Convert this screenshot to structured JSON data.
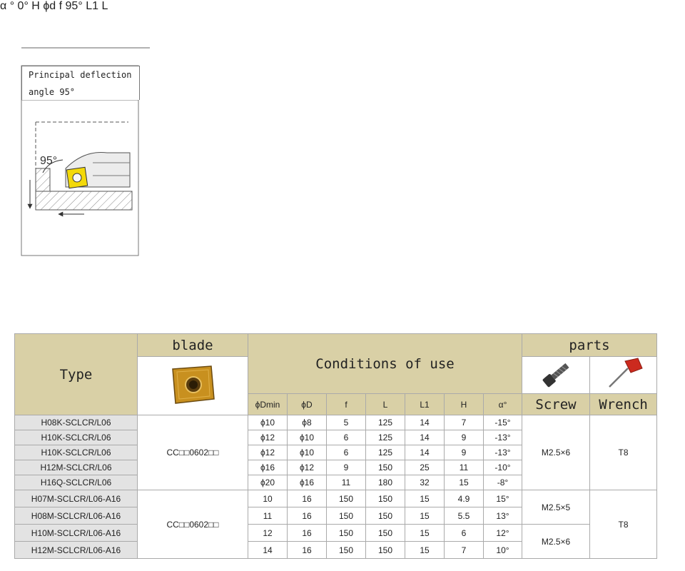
{
  "drawing": {
    "caption_line1": "Principal deflection",
    "caption_line2": "angle 95°",
    "angle_0": "0°",
    "angle_95_small": "95°",
    "angle_95": "95°",
    "alpha": "α °",
    "dim_H": "H",
    "dim_phid": "ϕd",
    "dim_f": "f",
    "dim_L1": "L1",
    "dim_L": "L"
  },
  "table": {
    "type_header": "Type",
    "blade_header": "blade",
    "conditions_header": "Conditions of use",
    "parts_header": "parts",
    "screw_header": "Screw",
    "wrench_header": "Wrench",
    "columns": [
      "ϕDmin",
      "ϕD",
      "f",
      "L",
      "L1",
      "H",
      "α°"
    ],
    "group1": {
      "blade": "CC□□0602□□",
      "screw": "M2.5×6",
      "wrench": "T8",
      "rows": [
        [
          "H08K-SCLCR/L06",
          "ϕ10",
          "ϕ8",
          "5",
          "125",
          "14",
          "7",
          "-15°"
        ],
        [
          "H10K-SCLCR/L06",
          "ϕ12",
          "ϕ10",
          "6",
          "125",
          "14",
          "9",
          "-13°"
        ],
        [
          "H10K-SCLCR/L06",
          "ϕ12",
          "ϕ10",
          "6",
          "125",
          "14",
          "9",
          "-13°"
        ],
        [
          "H12M-SCLCR/L06",
          "ϕ16",
          "ϕ12",
          "9",
          "150",
          "25",
          "11",
          "-10°"
        ],
        [
          "H16Q-SCLCR/L06",
          "ϕ20",
          "ϕ16",
          "11",
          "180",
          "32",
          "15",
          "-8°"
        ]
      ]
    },
    "group2": {
      "blade": "CC□□0602□□",
      "screw_a": "M2.5×5",
      "screw_b": "M2.5×6",
      "wrench": "T8",
      "rows": [
        [
          "H07M-SCLCR/L06-A16",
          "10",
          "16",
          "150",
          "150",
          "15",
          "4.9",
          "15°"
        ],
        [
          "H08M-SCLCR/L06-A16",
          "11",
          "16",
          "150",
          "150",
          "15",
          "5.5",
          "13°"
        ],
        [
          "H10M-SCLCR/L06-A16",
          "12",
          "16",
          "150",
          "150",
          "15",
          "6",
          "12°"
        ],
        [
          "H12M-SCLCR/L06-A16",
          "14",
          "16",
          "150",
          "150",
          "15",
          "7",
          "10°"
        ]
      ]
    },
    "colors": {
      "header_bg": "#d9d0a6",
      "type_bg": "#e3e3e3",
      "insert_gold": "#c8901f",
      "wrench_red": "#cc2a1e"
    }
  }
}
